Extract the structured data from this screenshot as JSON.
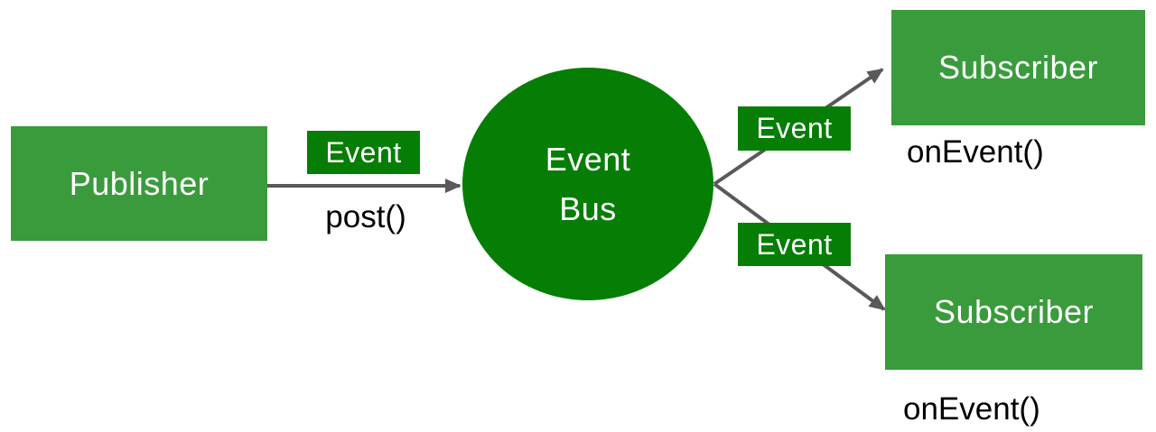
{
  "diagram": {
    "title_hint": "Event Bus pattern diagram",
    "colors": {
      "node_green": "#3a9b3c",
      "accent_green": "#067e06",
      "arrow_gray": "#595959",
      "label_black": "#000000",
      "text_white": "#ffffff",
      "background": "#ffffff"
    },
    "nodes": {
      "publisher": {
        "label": "Publisher"
      },
      "event_bus": {
        "line1": "Event",
        "line2": "Bus"
      },
      "subscriber_top": {
        "label": "Subscriber",
        "handler": "onEvent()"
      },
      "subscriber_bottom": {
        "label": "Subscriber",
        "handler": "onEvent()"
      }
    },
    "edges": {
      "post": {
        "label": "post()",
        "badge": "Event"
      },
      "to_top_subscriber": {
        "badge": "Event"
      },
      "to_bottom_subscriber": {
        "badge": "Event"
      }
    }
  }
}
